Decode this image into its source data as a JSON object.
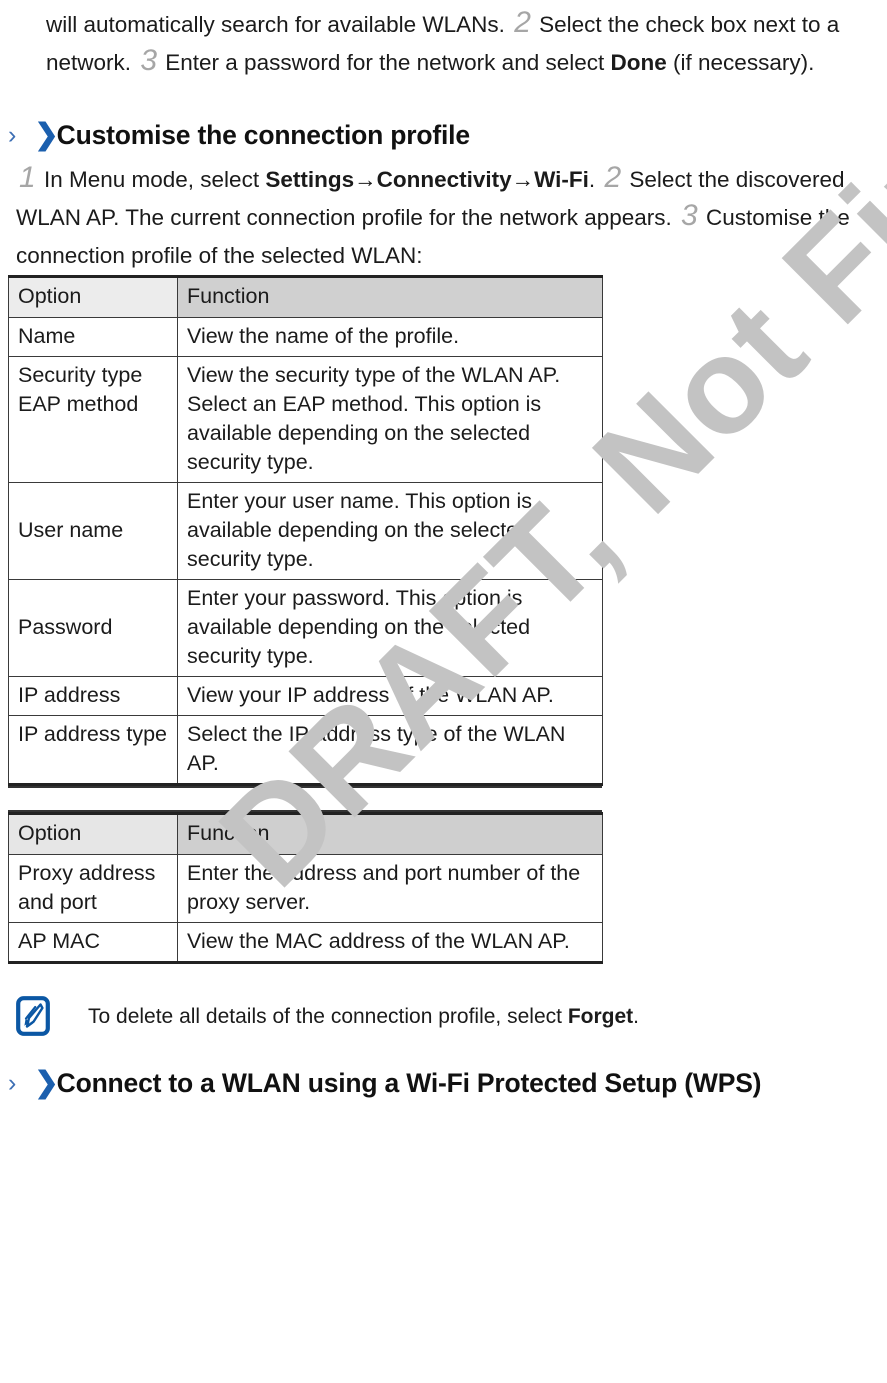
{
  "document": {
    "watermark": "DRAFT, Not Final"
  },
  "intro_paragraph": {
    "text_1": "will automatically search for available WLANs.",
    "step_2": "2",
    "text_2": "Select the check box next to a network.",
    "step_3": "3",
    "text_3": "Enter a password for the network and select",
    "bold_done": "Done",
    "text_4": "(if necessary)."
  },
  "section_customise": {
    "chevron_light": "›",
    "chevron_bold": "❯",
    "title": "Customise the connection profile",
    "step_1": "1",
    "text_1": "In Menu mode, select",
    "bold_settings": "Settings",
    "arrow_1": "→",
    "bold_connectivity": "Connectivity",
    "arrow_2": "→",
    "bold_wifi": "Wi-Fi",
    "text_2": ".",
    "step_2": "2",
    "text_3": "Select the discovered WLAN AP. The current connection profile for the network appears.",
    "step_3": "3",
    "text_4": "Customise the connection profile of the selected WLAN:"
  },
  "table_one": {
    "headers": [
      "Option",
      "Function"
    ],
    "rows": [
      {
        "option": "Name",
        "function": "View the name of the profile."
      },
      {
        "option": "Security type EAP method",
        "function": "View the security type of the WLAN AP. Select an EAP method. This option is available depending on the selected security type."
      },
      {
        "option": "User name",
        "function": "Enter your user name. This option is available depending on the selected security type."
      },
      {
        "option": "Password",
        "function": "Enter your password. This option is available depending on the selected security type."
      },
      {
        "option": "IP address",
        "function": "View your IP address of the WLAN AP."
      },
      {
        "option": "IP address type",
        "function": "Select the IP address type of the WLAN AP."
      }
    ]
  },
  "table_two": {
    "headers": [
      "Option",
      "Function"
    ],
    "rows": [
      {
        "option": "Proxy address and port",
        "function": "Enter the address and port number of the proxy server."
      },
      {
        "option": "AP MAC",
        "function": "View the MAC address of the WLAN AP."
      }
    ]
  },
  "note": {
    "icon": "note-pen-icon",
    "text_1": "To delete all details of the connection profile, select",
    "bold_forget": "Forget",
    "text_2": "."
  },
  "section_wps": {
    "chevron_light": "›",
    "chevron_bold": "❯",
    "title": "Connect to a WLAN using a Wi-Fi Protected Setup (WPS)"
  },
  "colors": {
    "accent_blue": "#1b5fae",
    "chevron_light_blue": "#3d6fb4",
    "watermark_gray": "#c3c3c3",
    "header_light_gray": "#ececec",
    "header_dark_gray": "#d0d0d0",
    "step_number_gray": "#a6a6a6"
  }
}
